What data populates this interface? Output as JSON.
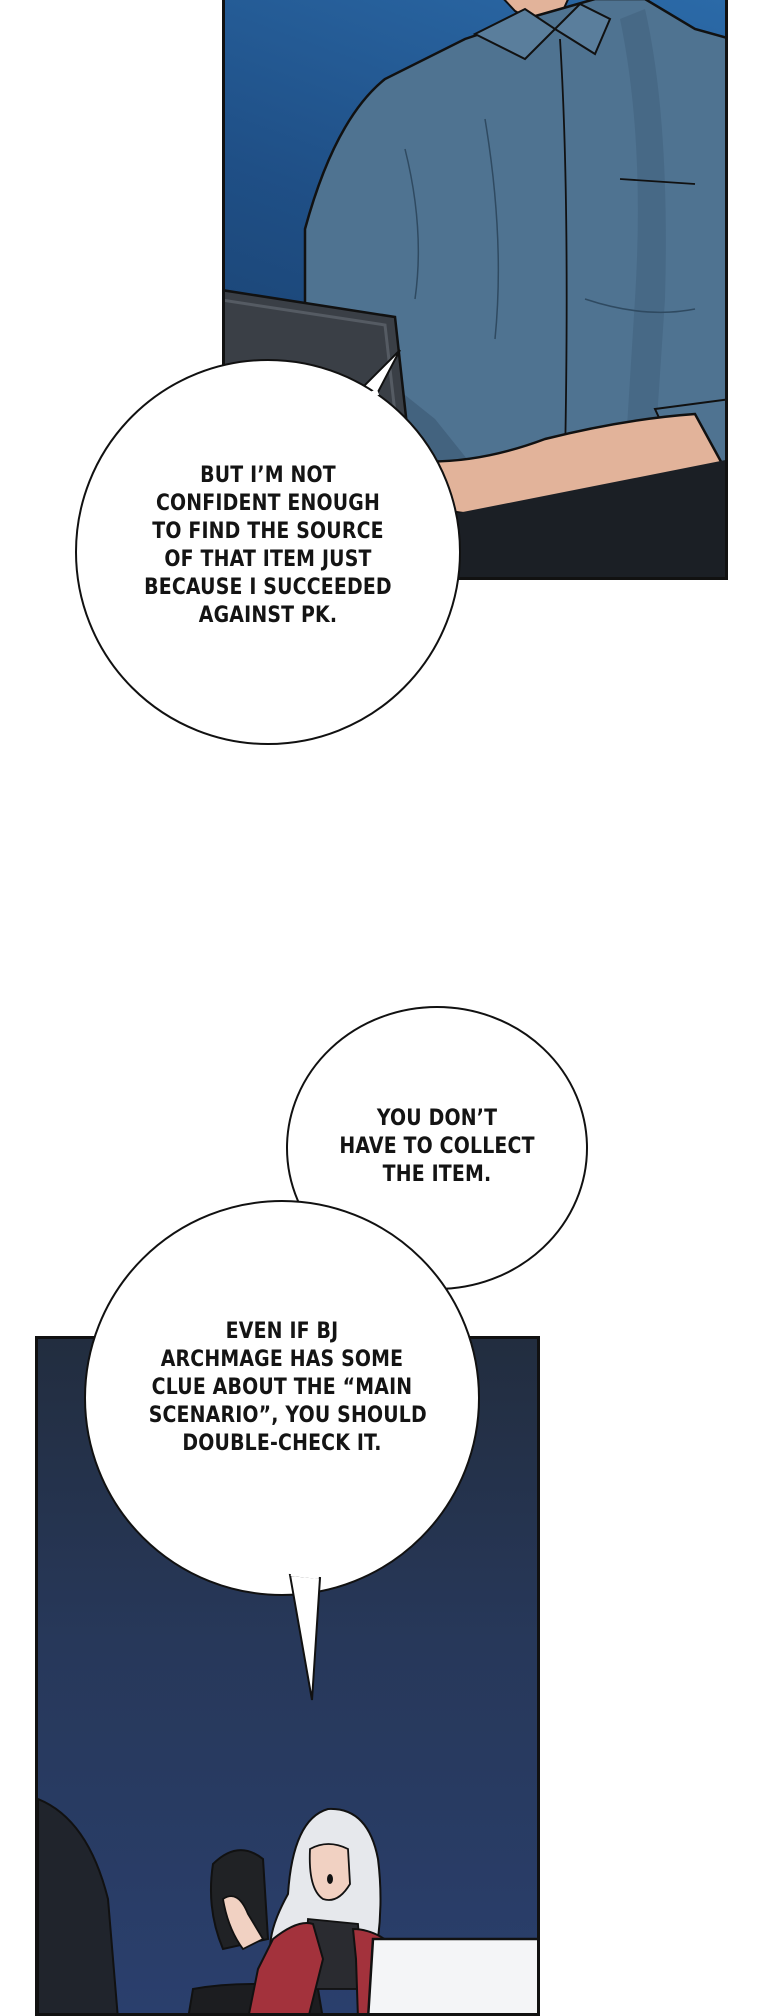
{
  "bubbles": [
    {
      "id": "bubble-top",
      "lines": [
        "BUT I’M NOT",
        "CONFIDENT ENOUGH",
        "TO FIND THE SOURCE",
        "OF THAT ITEM JUST",
        "BECAUSE I SUCCEEDED",
        "AGAINST PK."
      ]
    },
    {
      "id": "bubble-right",
      "lines": [
        "YOU DON’T",
        "HAVE TO COLLECT",
        "THE ITEM."
      ]
    },
    {
      "id": "bubble-left",
      "lines": [
        "EVEN IF BJ",
        "ARCHMAGE HAS SOME",
        "CLUE ABOUT THE “MAIN",
        "SCENARIO”, YOU SHOULD",
        "DOUBLE-CHECK IT."
      ]
    }
  ],
  "colors": {
    "background": "#ffffff",
    "panel_border": "#111111",
    "shirt": "#4d6f8e",
    "night_sky": "#2a3f6d",
    "coat": "#a3323c",
    "hair": "#e6e8ec"
  }
}
